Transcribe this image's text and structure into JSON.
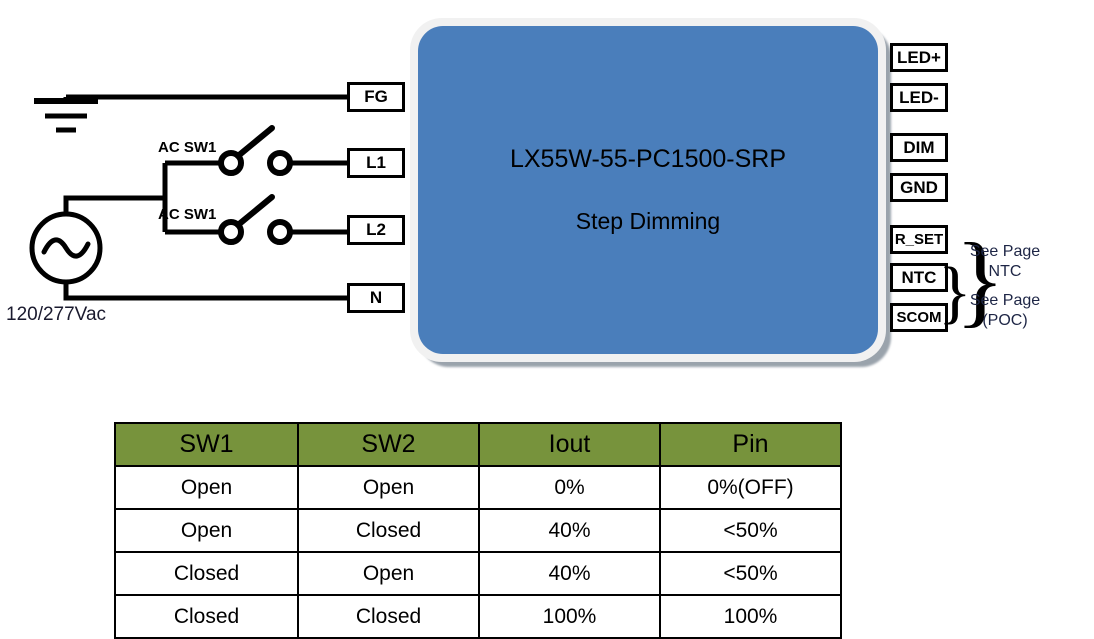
{
  "diagram": {
    "type": "wiring-diagram",
    "driver": {
      "model": "LX55W-55-PC1500-SRP",
      "mode": "Step Dimming",
      "body_color": "#4a7ebb",
      "border_color": "#f1f1f1"
    },
    "source": {
      "label": "120/277Vac",
      "symbol": "ac-source",
      "ground_symbol": "earth-ground"
    },
    "switches": [
      {
        "label": "AC SW1",
        "state": "open",
        "feeds": "L1"
      },
      {
        "label": "AC SW1",
        "state": "open",
        "feeds": "L2"
      }
    ],
    "input_terminals": [
      {
        "label": "FG"
      },
      {
        "label": "L1"
      },
      {
        "label": "L2"
      },
      {
        "label": "N"
      }
    ],
    "output_terminals": [
      {
        "label": "LED+"
      },
      {
        "label": "LED-"
      },
      {
        "label": "DIM"
      },
      {
        "label": "GND"
      },
      {
        "label": "R_SET"
      },
      {
        "label": "NTC"
      },
      {
        "label": "SCOM"
      }
    ],
    "annotations": [
      {
        "line1": "See Page",
        "line2": "NTC",
        "groups": [
          "R_SET",
          "NTC",
          "SCOM"
        ]
      },
      {
        "line1": "See Page",
        "line2": "(POC)",
        "groups": [
          "NTC",
          "SCOM"
        ]
      }
    ],
    "brace_glyph": "}"
  },
  "table": {
    "header_color": "#77933c",
    "columns": [
      "SW1",
      "SW2",
      "Iout",
      "Pin"
    ],
    "rows": [
      [
        "Open",
        "Open",
        "0%",
        "0%(OFF)"
      ],
      [
        "Open",
        "Closed",
        "40%",
        "<50%"
      ],
      [
        "Closed",
        "Open",
        "40%",
        "<50%"
      ],
      [
        "Closed",
        "Closed",
        "100%",
        "100%"
      ]
    ]
  }
}
